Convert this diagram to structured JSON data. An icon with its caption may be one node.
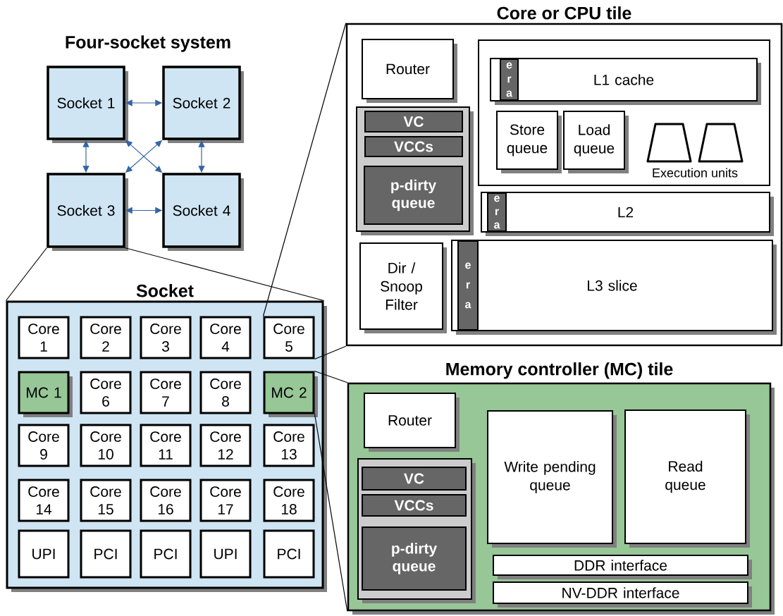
{
  "diagram": {
    "title": "Four-socket system",
    "nodes": [
      {
        "text": [
          "Socket 1"
        ]
      },
      {
        "text": [
          "Socket 2"
        ]
      },
      {
        "text": [
          "Socket 3"
        ]
      },
      {
        "text": [
          "Socket 4"
        ]
      },
      {
        "text": [
          "Socket"
        ]
      },
      {
        "text": [
          "Core 1"
        ],
        "in": 4
      },
      {
        "text": [
          "Core 2"
        ],
        "in": 4
      },
      {
        "text": [
          "Core 3"
        ],
        "in": 4
      },
      {
        "text": [
          "Core 4"
        ],
        "in": 4
      },
      {
        "text": [
          "Core 5"
        ],
        "in": 4
      },
      {
        "text": [
          "MC 1"
        ],
        "in": 4
      },
      {
        "text": [
          "Core 6"
        ],
        "in": 4
      },
      {
        "text": [
          "Core 7"
        ],
        "in": 4
      },
      {
        "text": [
          "Core 8"
        ],
        "in": 4
      },
      {
        "text": [
          "MC 2"
        ],
        "in": 4
      },
      {
        "text": [
          "Core 9"
        ],
        "in": 4
      },
      {
        "text": [
          "Core 10"
        ],
        "in": 4
      },
      {
        "text": [
          "Core 11"
        ],
        "in": 4
      },
      {
        "text": [
          "Core 12"
        ],
        "in": 4
      },
      {
        "text": [
          "Core 13"
        ],
        "in": 4
      },
      {
        "text": [
          "Core 14"
        ],
        "in": 4
      },
      {
        "text": [
          "Core 15"
        ],
        "in": 4
      },
      {
        "text": [
          "Core 16"
        ],
        "in": 4
      },
      {
        "text": [
          "Core 17"
        ],
        "in": 4
      },
      {
        "text": [
          "Core 18"
        ],
        "in": 4
      },
      {
        "text": [
          "UPI"
        ],
        "in": 4
      },
      {
        "text": [
          "PCI"
        ],
        "in": 4
      },
      {
        "text": [
          "PCI"
        ],
        "in": 4
      },
      {
        "text": [
          "UPI"
        ],
        "in": 4
      },
      {
        "text": [
          "PCI"
        ],
        "in": 4
      },
      {
        "text": [
          "Core or CPU tile"
        ]
      },
      {
        "text": [
          "Router"
        ],
        "in": 30
      },
      {
        "text": [],
        "shape": "box",
        "in": 30
      },
      {
        "text": [
          "VC"
        ],
        "in": 32
      },
      {
        "text": [
          "VCCs"
        ],
        "in": 32
      },
      {
        "text": [
          "p-dirty queue"
        ],
        "in": 32
      },
      {
        "text": [],
        "shape": "box",
        "in": 30
      },
      {
        "text": [
          "L1 cache"
        ],
        "in": 36
      },
      {
        "text": [
          "e r a"
        ],
        "in": 37
      },
      {
        "text": [
          "Store queue"
        ],
        "in": 36
      },
      {
        "text": [
          "Load queue"
        ],
        "in": 36
      },
      {
        "text": [],
        "shape": "trapezoid",
        "in": 36
      },
      {
        "text": [],
        "shape": "trapezoid",
        "in": 36
      },
      {
        "text": [
          "L2"
        ],
        "in": 30
      },
      {
        "text": [
          "e r a"
        ],
        "in": 43
      },
      {
        "text": [
          "Dir / Snoop Filter"
        ],
        "in": 30
      },
      {
        "text": [
          "L3 slice"
        ],
        "in": 30
      },
      {
        "text": [
          "e r a"
        ],
        "in": 46
      },
      {
        "text": [
          "Memory controller (MC) tile"
        ]
      },
      {
        "text": [
          "Router"
        ],
        "in": 48
      },
      {
        "text": [],
        "shape": "box",
        "in": 48
      },
      {
        "text": [
          "VC"
        ],
        "in": 50
      },
      {
        "text": [
          "VCCs"
        ],
        "in": 50
      },
      {
        "text": [
          "p-dirty queue"
        ],
        "in": 50
      },
      {
        "text": [
          "Write pending queue"
        ],
        "in": 48
      },
      {
        "text": [
          "Read queue"
        ],
        "in": 48
      },
      {
        "text": [
          "DDR interface"
        ],
        "in": 48
      },
      {
        "text": [
          "NV-DDR interface"
        ],
        "in": 48
      }
    ],
    "edges": [
      {
        "from": 0,
        "to": 1,
        "arrow": "both",
        "color": "#3465a4"
      },
      {
        "from": 0,
        "to": 2,
        "arrow": "both",
        "color": "#3465a4"
      },
      {
        "from": 0,
        "to": 3,
        "arrow": "both",
        "color": "#3465a4"
      },
      {
        "from": 1,
        "to": 2,
        "arrow": "both",
        "color": "#3465a4"
      },
      {
        "from": 1,
        "to": 3,
        "arrow": "both",
        "color": "#3465a4"
      },
      {
        "from": 2,
        "to": 3,
        "arrow": "both",
        "color": "#3465a4"
      },
      {
        "from": 2,
        "to": 4,
        "arrow": "none",
        "color": "#000000"
      },
      {
        "from": 2,
        "to": 4,
        "arrow": "none",
        "color": "#000000"
      },
      {
        "from": 9,
        "to": 30,
        "arrow": "none",
        "color": "#000000"
      },
      {
        "from": 9,
        "to": 30,
        "arrow": "none",
        "color": "#000000"
      },
      {
        "from": 14,
        "to": 48,
        "arrow": "none",
        "color": "#000000"
      },
      {
        "from": 14,
        "to": 48,
        "arrow": "none",
        "color": "#000000"
      }
    ],
    "labels": [
      "Execution units"
    ]
  }
}
